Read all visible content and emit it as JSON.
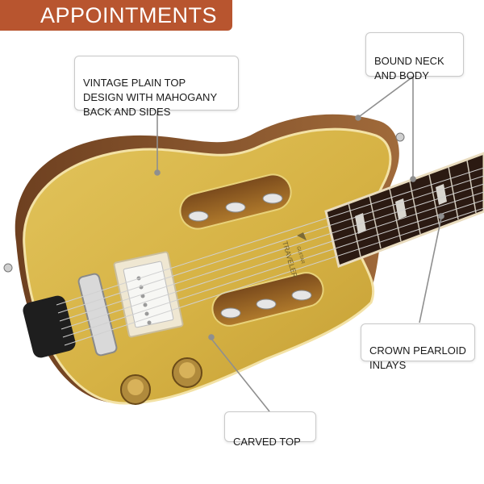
{
  "banner": {
    "title": "APPOINTMENTS",
    "color": "#b8552f"
  },
  "callouts": {
    "plain_top": "VINTAGE PLAIN TOP\nDESIGN WITH MAHOGANY\nBACK AND SIDES",
    "bound_neck": "BOUND NECK\nAND BODY",
    "crown_inlays": "CROWN PEARLOID\nINLAYS",
    "carved_top": "CARVED TOP"
  },
  "guitar": {
    "brand_text": "TRAVELER",
    "sub_text": "GUITAR",
    "top_color": "#d8b64a",
    "back_color": "#8a5a30"
  }
}
